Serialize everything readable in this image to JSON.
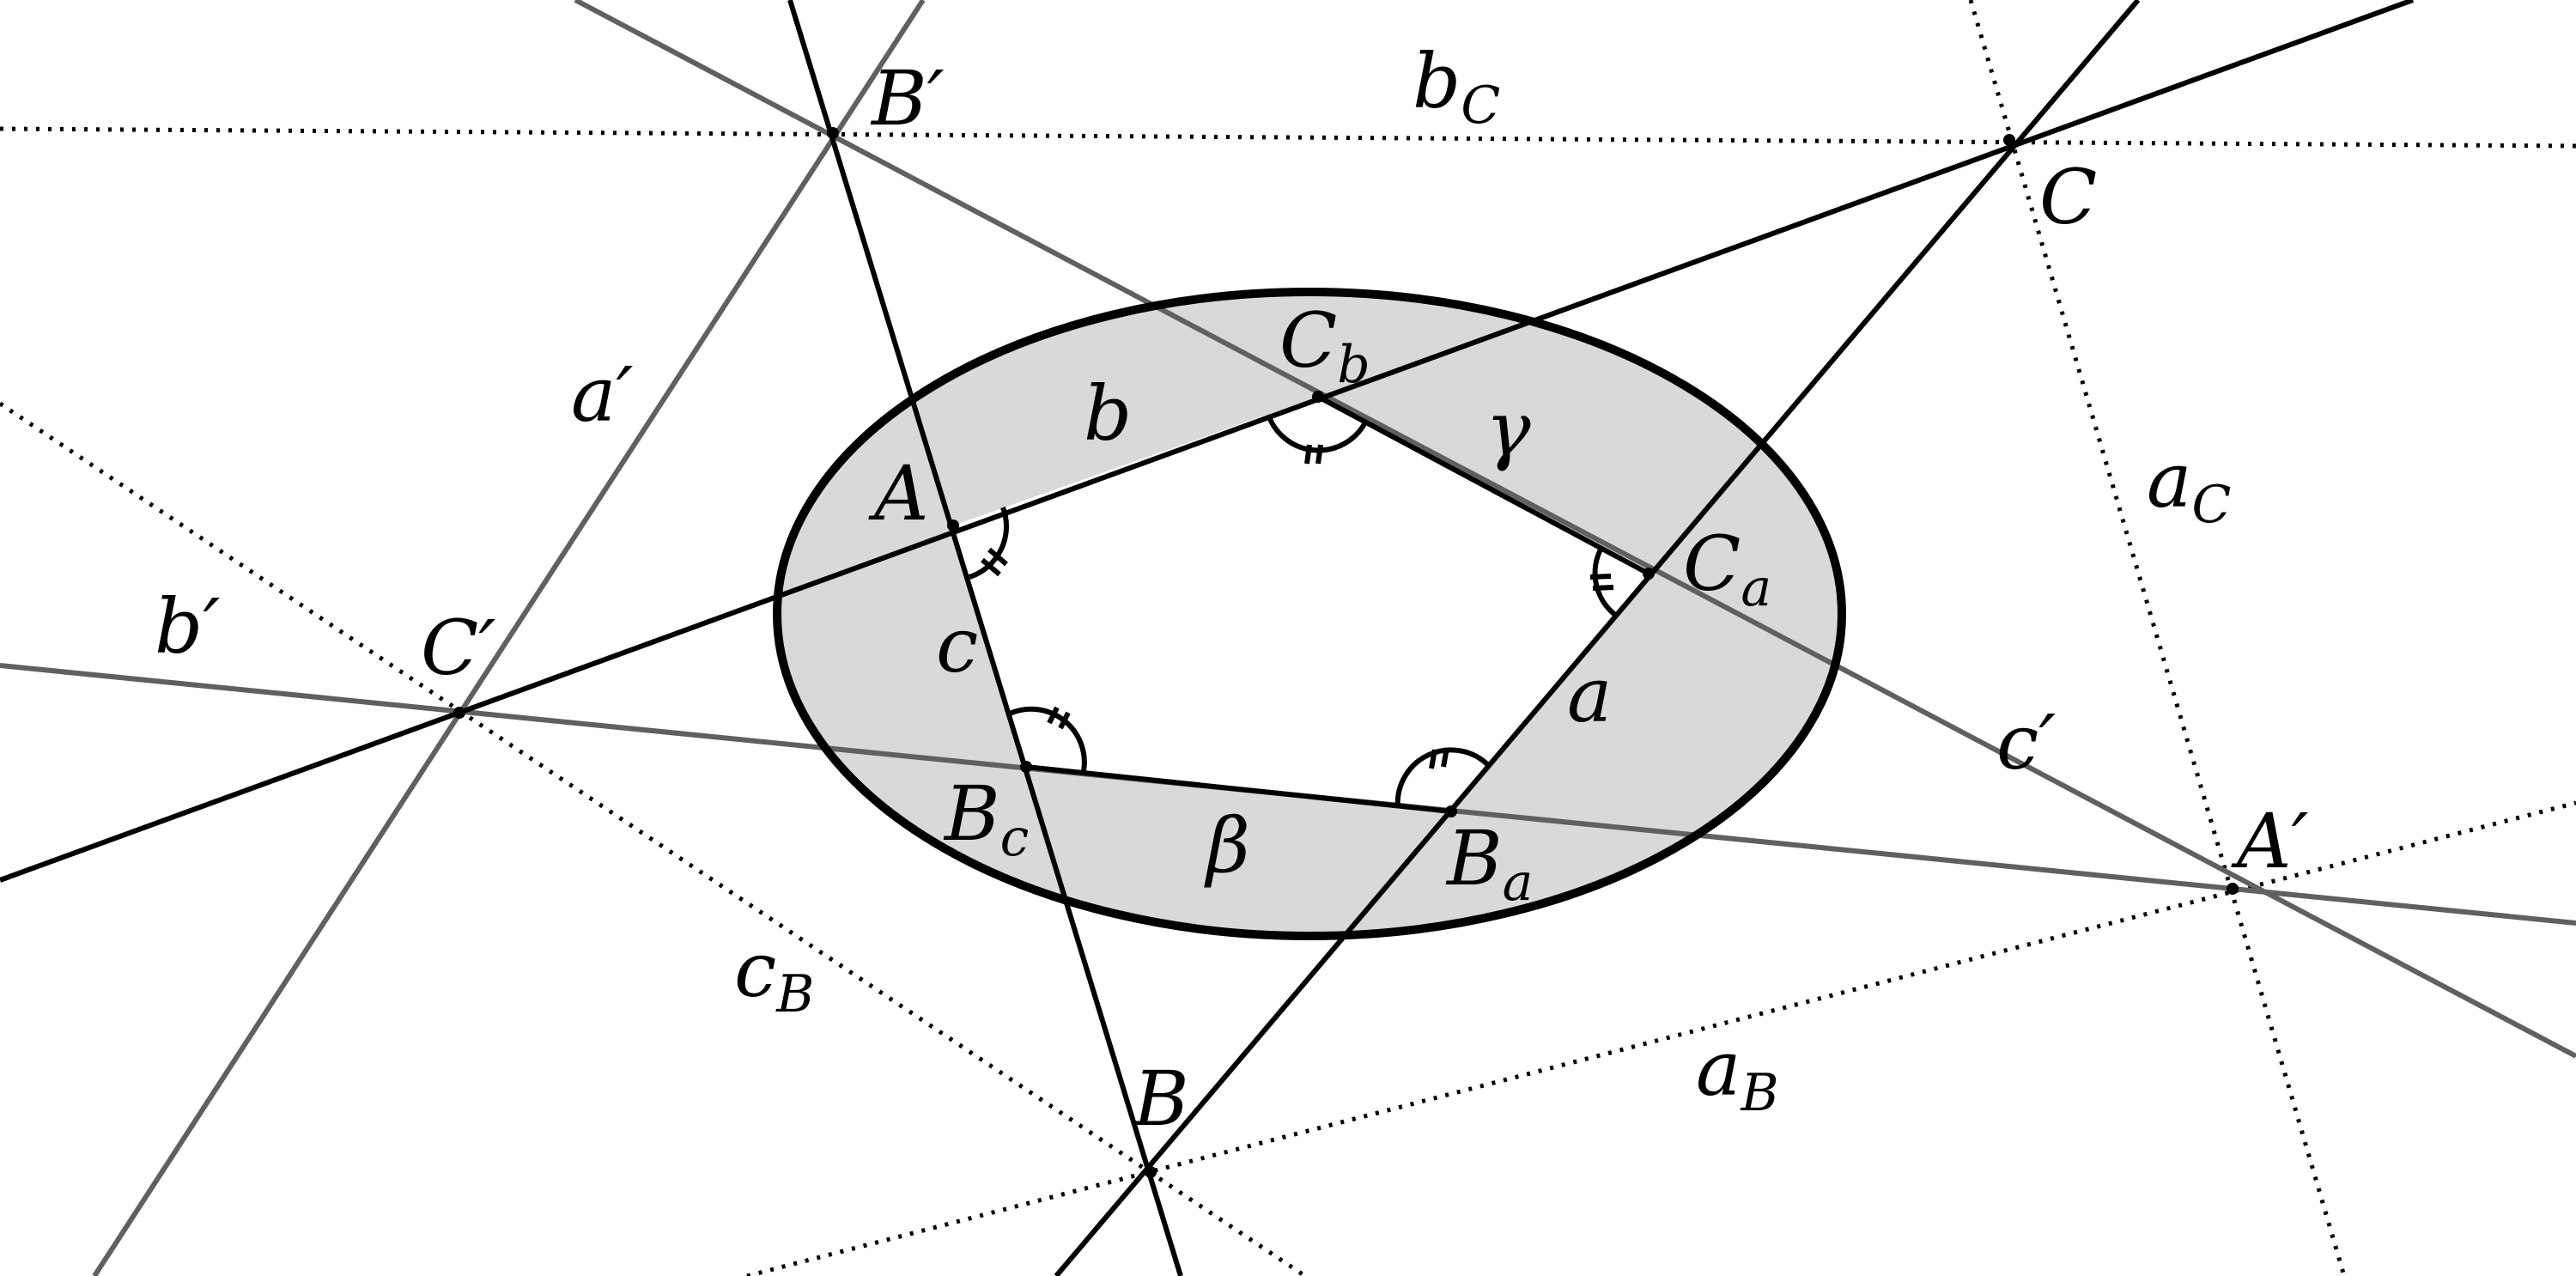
{
  "points": {
    "B_prime": "B′",
    "C": "C",
    "C_prime": "C′",
    "A_prime": "A′",
    "B": "B",
    "A": "A",
    "C_b": {
      "main": "C",
      "sub": "b"
    },
    "C_a": {
      "main": "C",
      "sub": "a"
    },
    "B_c": {
      "main": "B",
      "sub": "c"
    },
    "B_a": {
      "main": "B",
      "sub": "a"
    }
  },
  "lines": {
    "b_C": {
      "main": "b",
      "sub": "C"
    },
    "a_prime": "a′",
    "b_prime": "b′",
    "a_C": {
      "main": "a",
      "sub": "C"
    },
    "c_prime": "c′",
    "c_B": {
      "main": "c",
      "sub": "B"
    },
    "a_B": {
      "main": "a",
      "sub": "B"
    },
    "b": "b",
    "c": "c",
    "a": "a",
    "gamma": "γ",
    "beta": "β"
  },
  "colors": {
    "black_line": "#000000",
    "gray_line": "#606060",
    "ellipse_fill": "#d9d9d9",
    "background": "#ffffff"
  }
}
